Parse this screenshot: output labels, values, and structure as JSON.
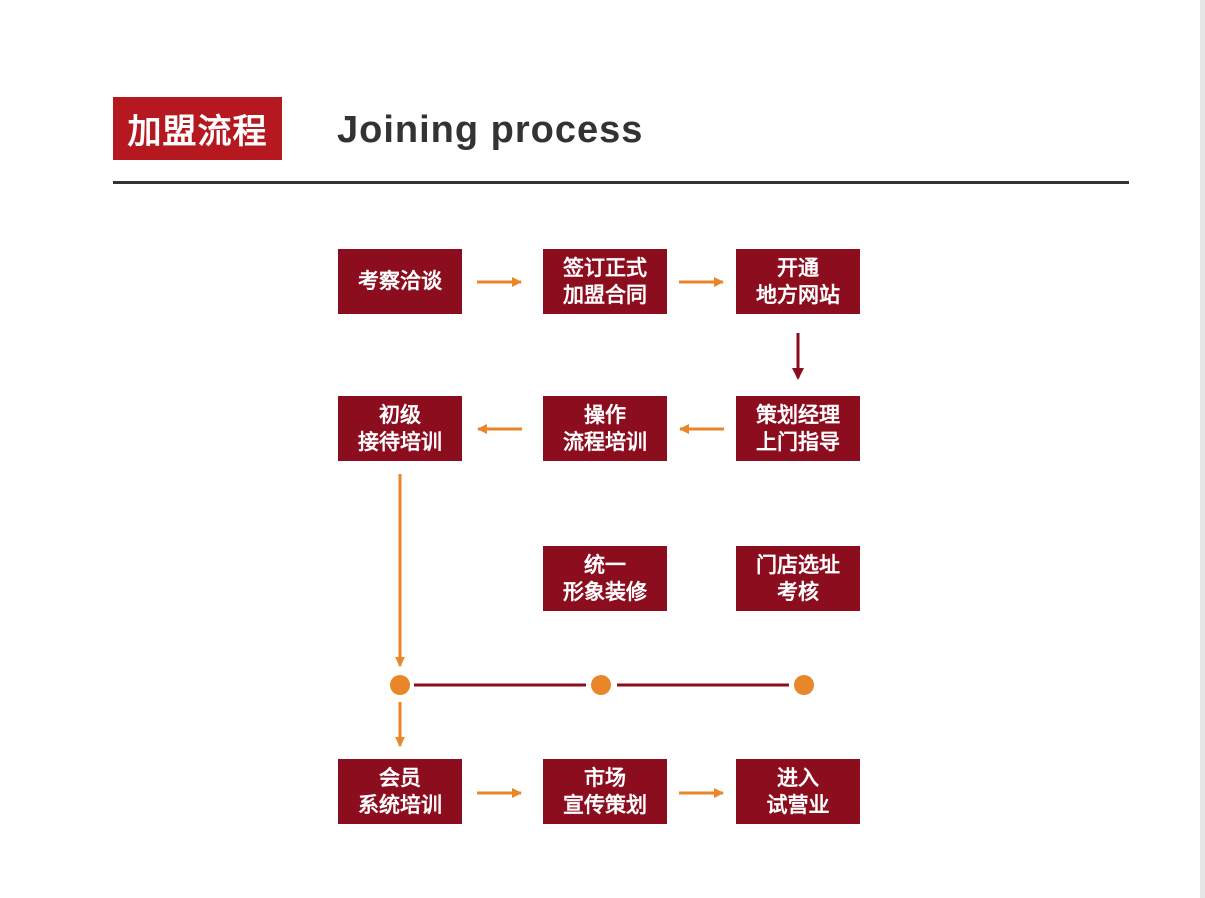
{
  "header": {
    "title_cn": "加盟流程",
    "title_en": "Joining process"
  },
  "colors": {
    "badge_red": "#b5181f",
    "step_maroon": "#8c0d1e",
    "arrow_orange": "#e9862a",
    "text_dark": "#333333"
  },
  "steps": {
    "step1": {
      "line1": "考察洽谈",
      "line2": ""
    },
    "step2": {
      "line1": "签订正式",
      "line2": "加盟合同"
    },
    "step3": {
      "line1": "开通",
      "line2": "地方网站"
    },
    "step4": {
      "line1": "策划经理",
      "line2": "上门指导"
    },
    "step5": {
      "line1": "操作",
      "line2": "流程培训"
    },
    "step6": {
      "line1": "初级",
      "line2": "接待培训"
    },
    "step7": {
      "line1": "统一",
      "line2": "形象装修"
    },
    "step8": {
      "line1": "门店选址",
      "line2": "考核"
    },
    "step9": {
      "line1": "会员",
      "line2": "系统培训"
    },
    "step10": {
      "line1": "市场",
      "line2": "宣传策划"
    },
    "step11": {
      "line1": "进入",
      "line2": "试营业"
    }
  }
}
